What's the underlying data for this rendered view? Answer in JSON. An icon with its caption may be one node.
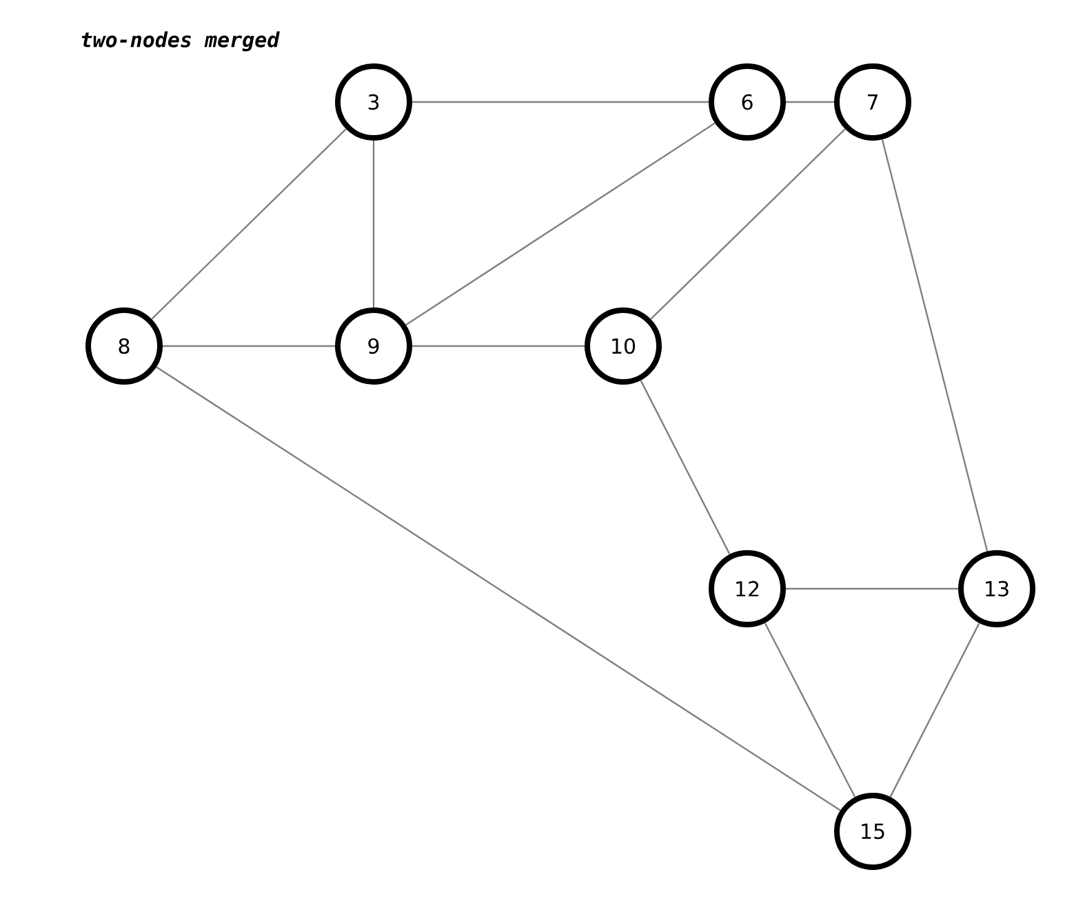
{
  "diagram": {
    "title": "two-nodes merged",
    "nodes": [
      {
        "text": [
          "3"
        ]
      },
      {
        "text": [
          "6"
        ]
      },
      {
        "text": [
          "7"
        ]
      },
      {
        "text": [
          "8"
        ]
      },
      {
        "text": [
          "9"
        ]
      },
      {
        "text": [
          "10"
        ]
      },
      {
        "text": [
          "12"
        ]
      },
      {
        "text": [
          "13"
        ]
      },
      {
        "text": [
          "15"
        ]
      }
    ],
    "edges": [
      {
        "from": 0,
        "to": 1,
        "arrow": "none"
      },
      {
        "from": 1,
        "to": 2,
        "arrow": "none"
      },
      {
        "from": 0,
        "to": 4,
        "arrow": "none"
      },
      {
        "from": 0,
        "to": 3,
        "arrow": "none"
      },
      {
        "from": 1,
        "to": 4,
        "arrow": "none"
      },
      {
        "from": 2,
        "to": 5,
        "arrow": "none"
      },
      {
        "from": 2,
        "to": 7,
        "arrow": "none"
      },
      {
        "from": 3,
        "to": 4,
        "arrow": "none"
      },
      {
        "from": 4,
        "to": 5,
        "arrow": "none"
      },
      {
        "from": 3,
        "to": 8,
        "arrow": "none"
      },
      {
        "from": 5,
        "to": 6,
        "arrow": "none"
      },
      {
        "from": 6,
        "to": 7,
        "arrow": "none"
      },
      {
        "from": 6,
        "to": 8,
        "arrow": "none"
      },
      {
        "from": 7,
        "to": 8,
        "arrow": "none"
      }
    ]
  }
}
